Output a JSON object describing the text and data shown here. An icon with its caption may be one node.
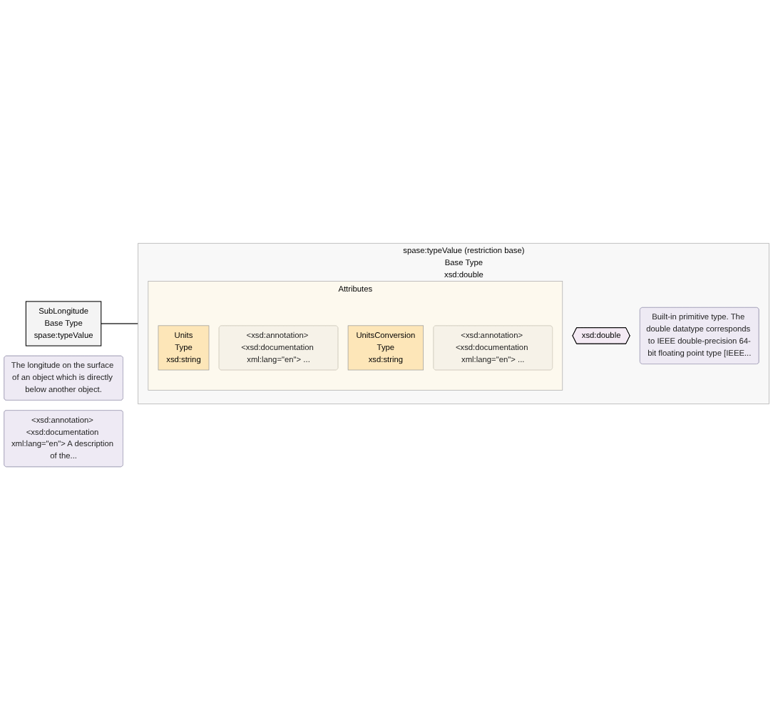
{
  "diagram": {
    "nodes": [
      {
        "text": [
          "SubLongitude",
          "Base Type",
          "spase:typeValue"
        ]
      },
      {
        "text": [
          "The longitude on the surface of an object which is directly below another object."
        ]
      },
      {
        "text": [
          "spase:typeValue (restriction base)",
          "Base Type",
          "xsd:double"
        ]
      },
      {
        "text": [
          "xsd:double"
        ],
        "in": 2
      },
      {
        "text": [
          "Built-in primitive type. The double datatype corresponds to IEEE double-precision 64-bit floating point type [IEEE..."
        ],
        "in": 2
      },
      {
        "text": [
          "Attributes"
        ],
        "in": 2
      },
      {
        "text": [
          "Units",
          "Type",
          "xsd:string"
        ],
        "in": 5
      },
      {
        "text": [
          "<xsd:annotation> <xsd:documentation xml:lang=\"en\"> ..."
        ],
        "in": 5
      },
      {
        "text": [
          "UnitsConversion",
          "Type",
          "xsd:string"
        ],
        "in": 5
      },
      {
        "text": [
          "<xsd:annotation> <xsd:documentation xml:lang=\"en\"> ..."
        ],
        "in": 5
      },
      {
        "text": [
          "<xsd:annotation> <xsd:documentation xml:lang=\"en\"> A description of the..."
        ]
      }
    ],
    "edges": [
      {
        "from": 0,
        "to": 2,
        "arrow": "none"
      }
    ]
  }
}
